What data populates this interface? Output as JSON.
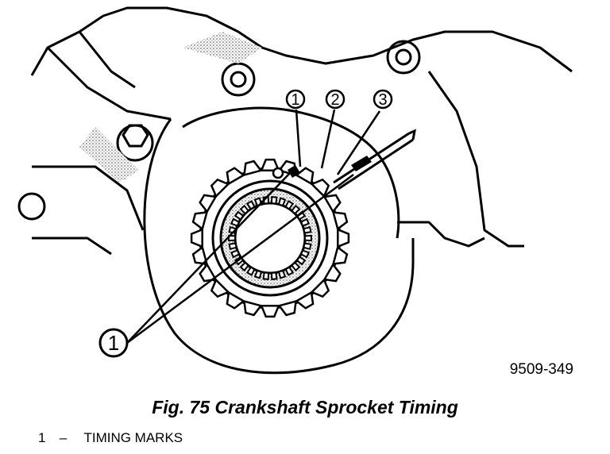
{
  "figure": {
    "code": "9509-349",
    "caption": "Fig. 75 Crankshaft Sprocket Timing"
  },
  "callouts": {
    "c1_top": "1",
    "c2_top": "2",
    "c3_top": "3",
    "c1_bottom": "1"
  },
  "legend": [
    {
      "number": "1",
      "dash": "–",
      "label": "TIMING MARKS"
    }
  ],
  "colors": {
    "ink": "#000000",
    "paper": "#ffffff",
    "stipple": "#8a8a8a"
  }
}
